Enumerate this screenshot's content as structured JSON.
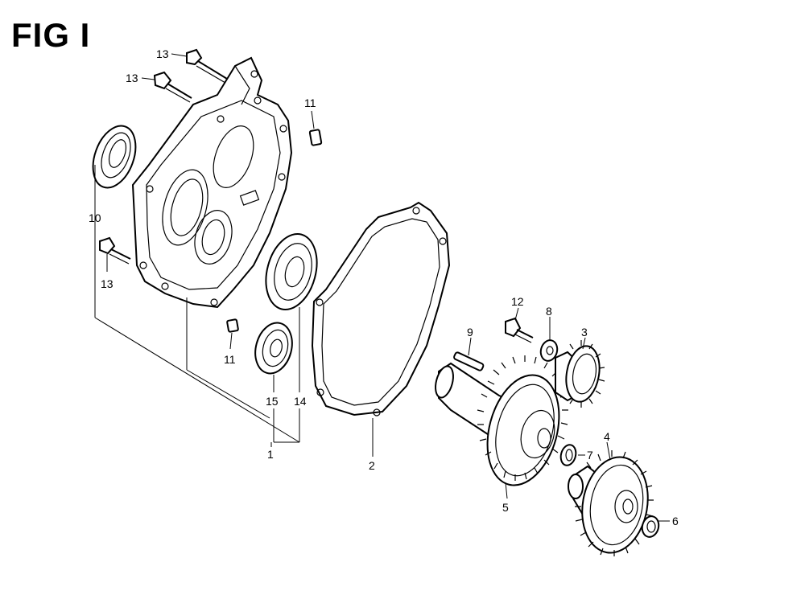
{
  "figure": {
    "title": "FIG I"
  },
  "callouts": {
    "c1": "1",
    "c2": "2",
    "c3": "3",
    "c4": "4",
    "c5": "5",
    "c6": "6",
    "c7": "7",
    "c8": "8",
    "c9": "9",
    "c10": "10",
    "c11a": "11",
    "c11b": "11",
    "c12": "12",
    "c13a": "13",
    "c13b": "13",
    "c13c": "13",
    "c14": "14",
    "c15": "15"
  }
}
